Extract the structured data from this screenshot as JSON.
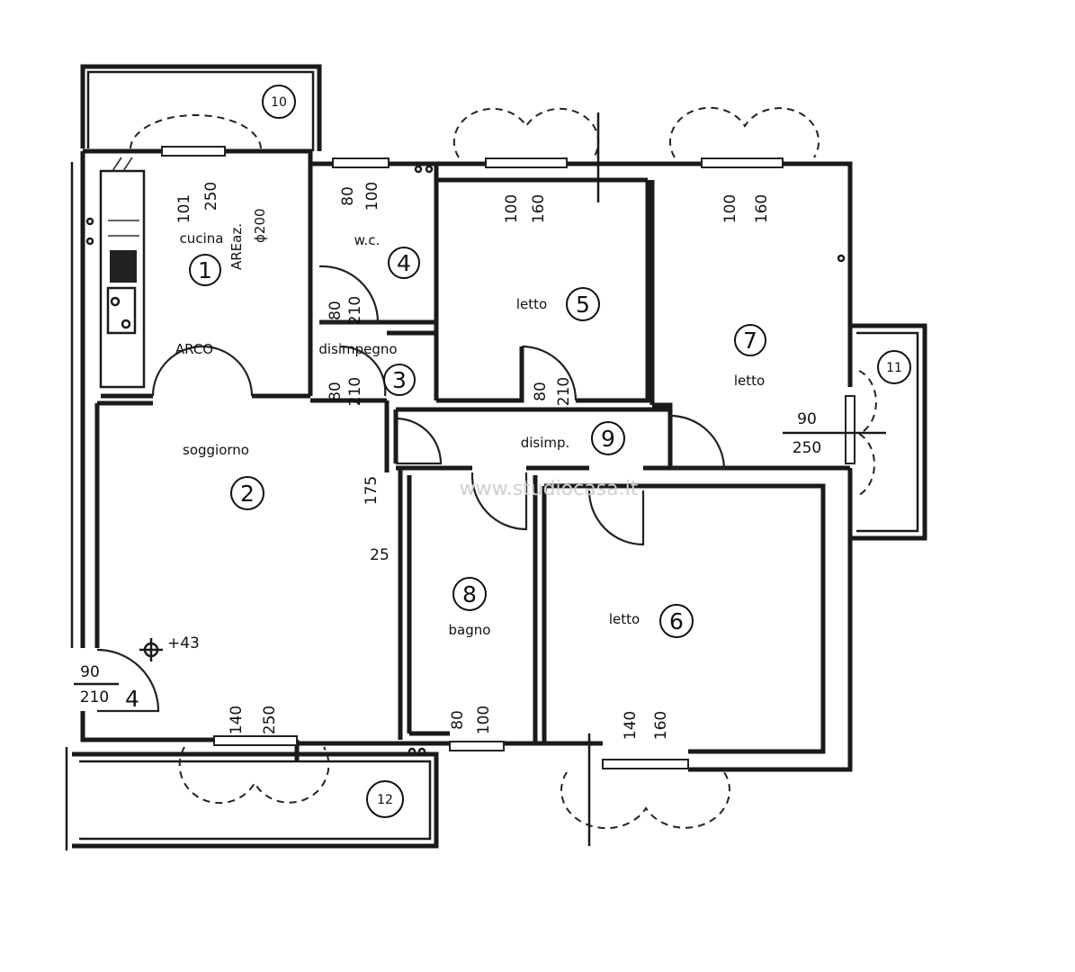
{
  "rooms": [
    {
      "id": "1",
      "label": "cucina"
    },
    {
      "id": "2",
      "label": "soggiorno"
    },
    {
      "id": "3",
      "label": "disimpegno"
    },
    {
      "id": "4",
      "label": "w.c."
    },
    {
      "id": "5",
      "label": "letto"
    },
    {
      "id": "6",
      "label": "letto"
    },
    {
      "id": "7",
      "label": "letto"
    },
    {
      "id": "8",
      "label": "bagno"
    },
    {
      "id": "9",
      "label": "disimp."
    },
    {
      "id": "10",
      "label": ""
    },
    {
      "id": "11",
      "label": ""
    },
    {
      "id": "12",
      "label": ""
    }
  ],
  "annotations": {
    "kitchen_extra": "AREaz.",
    "kitchen_phi": "ϕ200",
    "arch": "ARCO",
    "level": "+43",
    "entrance_mark": "4"
  },
  "dimensions": {
    "kitchen_win": [
      "101",
      "250"
    ],
    "wc_win": [
      "80",
      "100"
    ],
    "letto5_win": [
      "100",
      "160"
    ],
    "letto7_win": [
      "100",
      "160"
    ],
    "wc_door": [
      "80",
      "210"
    ],
    "dis_door": [
      "80",
      "210"
    ],
    "letto5_door": [
      "80",
      "210"
    ],
    "letto7_door": [
      "90",
      "250"
    ],
    "wall_a": "175",
    "wall_b": "25",
    "entrance_door": [
      "90",
      "210"
    ],
    "soggiorno_win": [
      "140",
      "250"
    ],
    "bagno_win": [
      "80",
      "100"
    ],
    "letto6_win": [
      "140",
      "160"
    ]
  },
  "watermark": "www.studiocasa.it"
}
